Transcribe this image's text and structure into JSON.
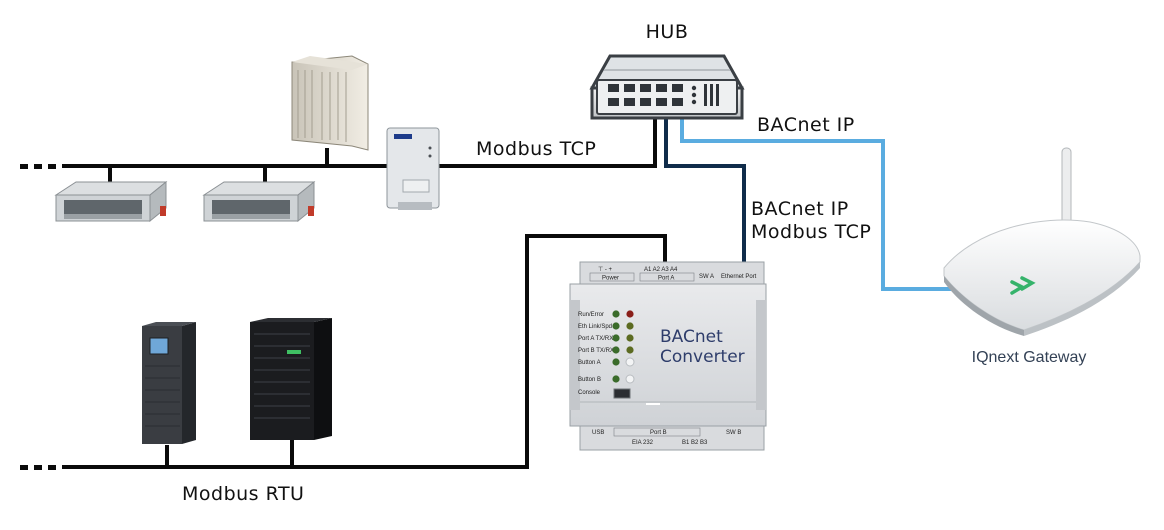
{
  "labels": {
    "hub": "HUB",
    "modbus_tcp": "Modbus TCP",
    "bacnet_ip_right": "BACnet IP",
    "bacnet_ip_mid": "BACnet IP",
    "modbus_tcp_mid": "Modbus TCP",
    "modbus_rtu": "Modbus RTU",
    "gateway": "IQnext Gateway"
  },
  "converter": {
    "title_line1": "BACnet",
    "title_line2": "Converter",
    "top_power": "Power",
    "top_port_a": "Port A",
    "top_pins": "A1  A2     A3  A4",
    "top_swa": "SW A",
    "top_eth": "Ethernet Port",
    "led_labels": [
      "Run/Error",
      "Eth Link/Spd",
      "Port A TX/RX",
      "Port B TX/RX",
      "Button A",
      "Button B",
      "Console"
    ],
    "bottom_usb": "USB",
    "bottom_port_b": "Port B",
    "bottom_eia": "EIA 232",
    "bottom_pins": "B1  B2  B3",
    "bottom_swb": "SW B"
  },
  "colors": {
    "bus_line": "#0a0a0a",
    "bacnet_light": "#5aace0",
    "bacnet_dark": "#0f2c4a",
    "gateway_chevron": "#35b36b"
  }
}
